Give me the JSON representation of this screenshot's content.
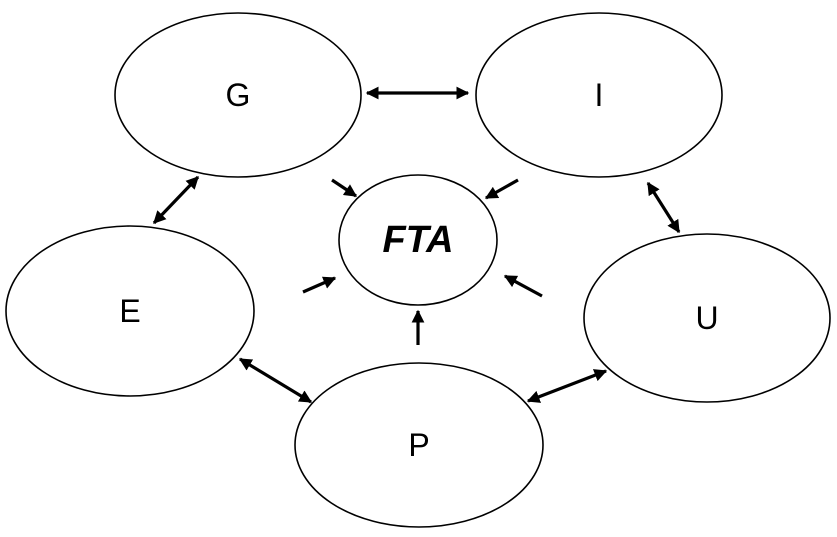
{
  "nodes": {
    "g": "G",
    "i": "I",
    "e": "E",
    "u": "U",
    "p": "P",
    "center": "FTA"
  }
}
